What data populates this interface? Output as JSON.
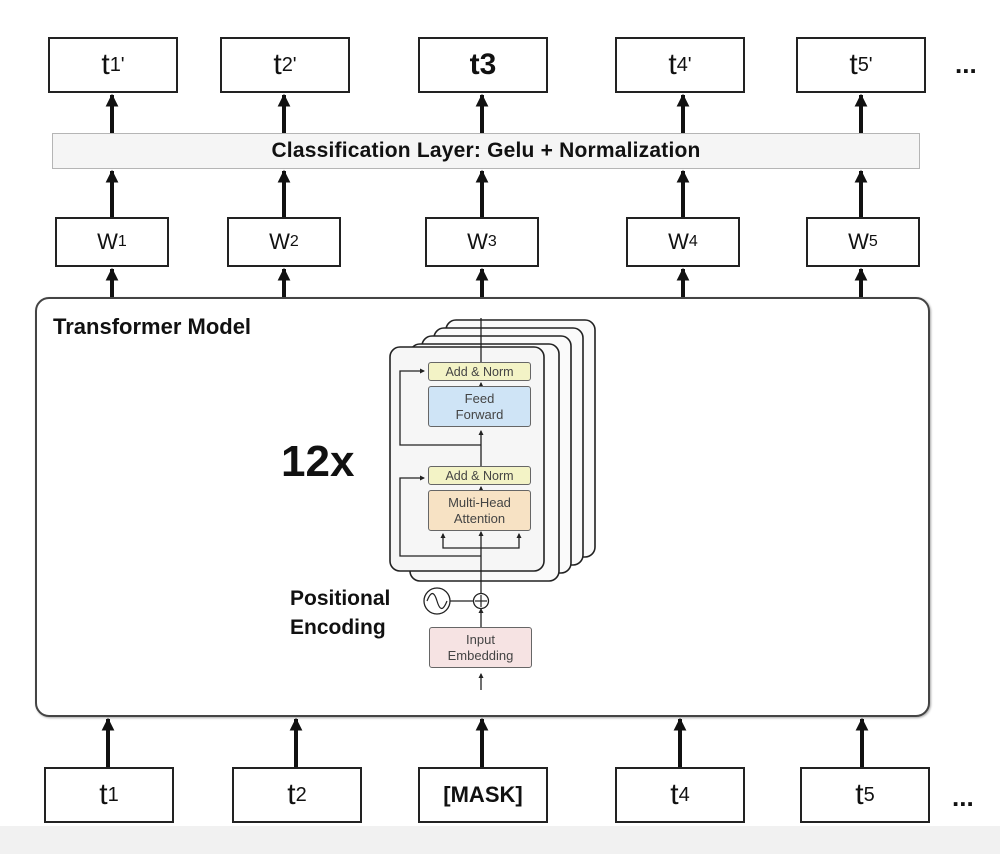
{
  "outputs": [
    {
      "base": "t",
      "sub": "1'"
    },
    {
      "base": "t",
      "sub": "2'"
    },
    {
      "base": "t3",
      "sub": ""
    },
    {
      "base": "t",
      "sub": "4'"
    },
    {
      "base": "t",
      "sub": "5'"
    }
  ],
  "output_ellipsis": "...",
  "classification_label": "Classification Layer: Gelu + Normalization",
  "words": [
    {
      "base": "W",
      "sub": "1"
    },
    {
      "base": "W",
      "sub": "2"
    },
    {
      "base": "W",
      "sub": "3"
    },
    {
      "base": "W",
      "sub": "4"
    },
    {
      "base": "W",
      "sub": "5"
    }
  ],
  "model": {
    "title": "Transformer Model",
    "repeat": "12x",
    "positional_encoding": [
      "Positional",
      "Encoding"
    ],
    "add_norm_top": "Add & Norm",
    "feed_forward": [
      "Feed",
      "Forward"
    ],
    "add_norm_bottom": "Add & Norm",
    "attention": [
      "Multi-Head",
      "Attention"
    ],
    "embedding": [
      "Input",
      "Embedding"
    ]
  },
  "inputs": [
    {
      "base": "t",
      "sub": "1"
    },
    {
      "base": "t",
      "sub": "2"
    },
    {
      "base": "[MASK]",
      "sub": ""
    },
    {
      "base": "t",
      "sub": "4"
    },
    {
      "base": "t",
      "sub": "5"
    }
  ],
  "input_ellipsis": "...",
  "colors": {
    "add_norm": "#f3f3c6",
    "feed_forward": "#cfe4f6",
    "attention": "#f7e2c4",
    "embedding": "#f6e3e3"
  }
}
